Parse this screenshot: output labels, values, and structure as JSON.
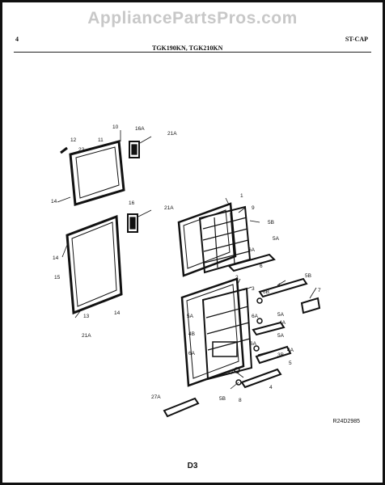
{
  "watermark": "AppliancePartsPros.com",
  "header": {
    "page_number": "4",
    "models": "TGK190KN, TGK210KN",
    "code": "ST-CAP"
  },
  "footer": {
    "drawing_ref": "R24D2985",
    "sheet_id": "D3"
  },
  "callouts": [
    "12",
    "11",
    "22",
    "10",
    "16A",
    "21A",
    "14",
    "16",
    "21A",
    "14",
    "15",
    "13",
    "14",
    "21A",
    "1",
    "9",
    "5B",
    "5A",
    "6A",
    "6",
    "5B",
    "2",
    "3",
    "4",
    "7",
    "5A",
    "6B",
    "6A",
    "5A",
    "4A",
    "4B",
    "6A",
    "5A",
    "4A",
    "3B",
    "6A",
    "5",
    "27",
    "4",
    "27A",
    "5B",
    "8"
  ]
}
